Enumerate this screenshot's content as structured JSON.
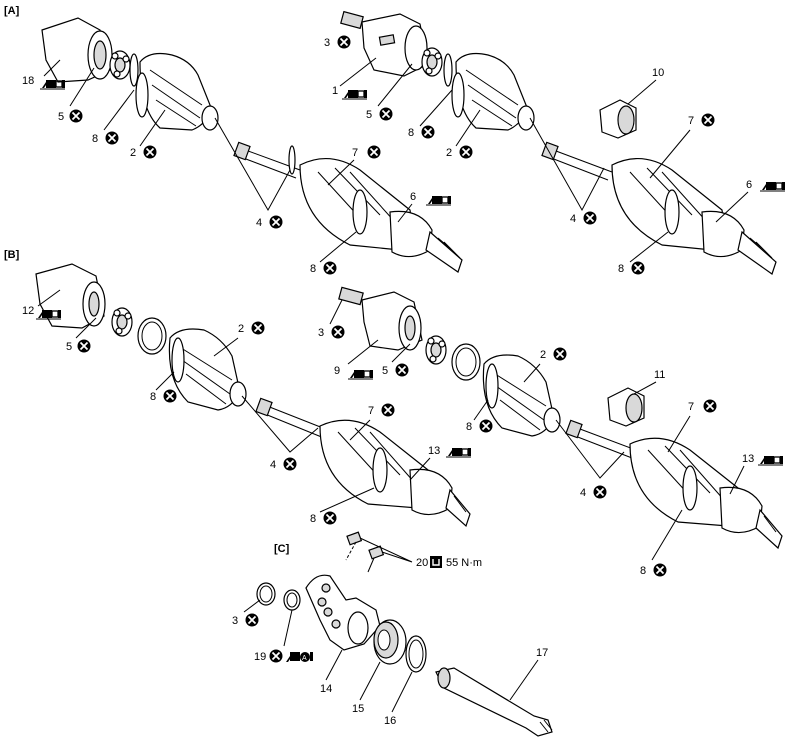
{
  "sections": {
    "a": "[A]",
    "b": "[B]",
    "c": "[C]"
  },
  "labels": {
    "a_left": [
      "18",
      "5",
      "8",
      "2",
      "4",
      "7",
      "6",
      "8"
    ],
    "a_right": [
      "3",
      "1",
      "5",
      "8",
      "2",
      "10",
      "7",
      "4",
      "6",
      "8"
    ],
    "b_left": [
      "12",
      "5",
      "2",
      "8",
      "4",
      "7",
      "13",
      "8"
    ],
    "b_right": [
      "3",
      "9",
      "5",
      "2",
      "8",
      "11",
      "7",
      "4",
      "13",
      "8"
    ],
    "c": [
      "20",
      "3",
      "19",
      "14",
      "15",
      "16",
      "17"
    ]
  },
  "torque": "55 N·m",
  "icons": [
    "discard-icon",
    "grease-icon",
    "grease-a-icon",
    "torque-wrench-icon"
  ]
}
